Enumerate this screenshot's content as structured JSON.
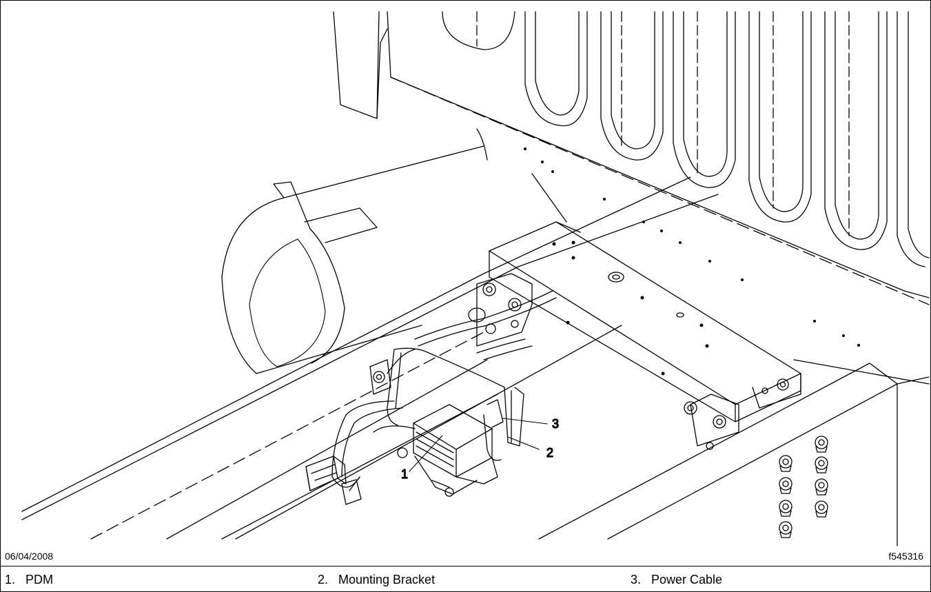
{
  "callouts": [
    {
      "number": "1",
      "label": "PDM"
    },
    {
      "number": "2",
      "label": "Mounting Bracket"
    },
    {
      "number": "3",
      "label": "Power Cable"
    }
  ],
  "date": "06/04/2008",
  "figure_id": "f545316",
  "colors": {
    "line": "#000000",
    "background": "#ffffff"
  }
}
